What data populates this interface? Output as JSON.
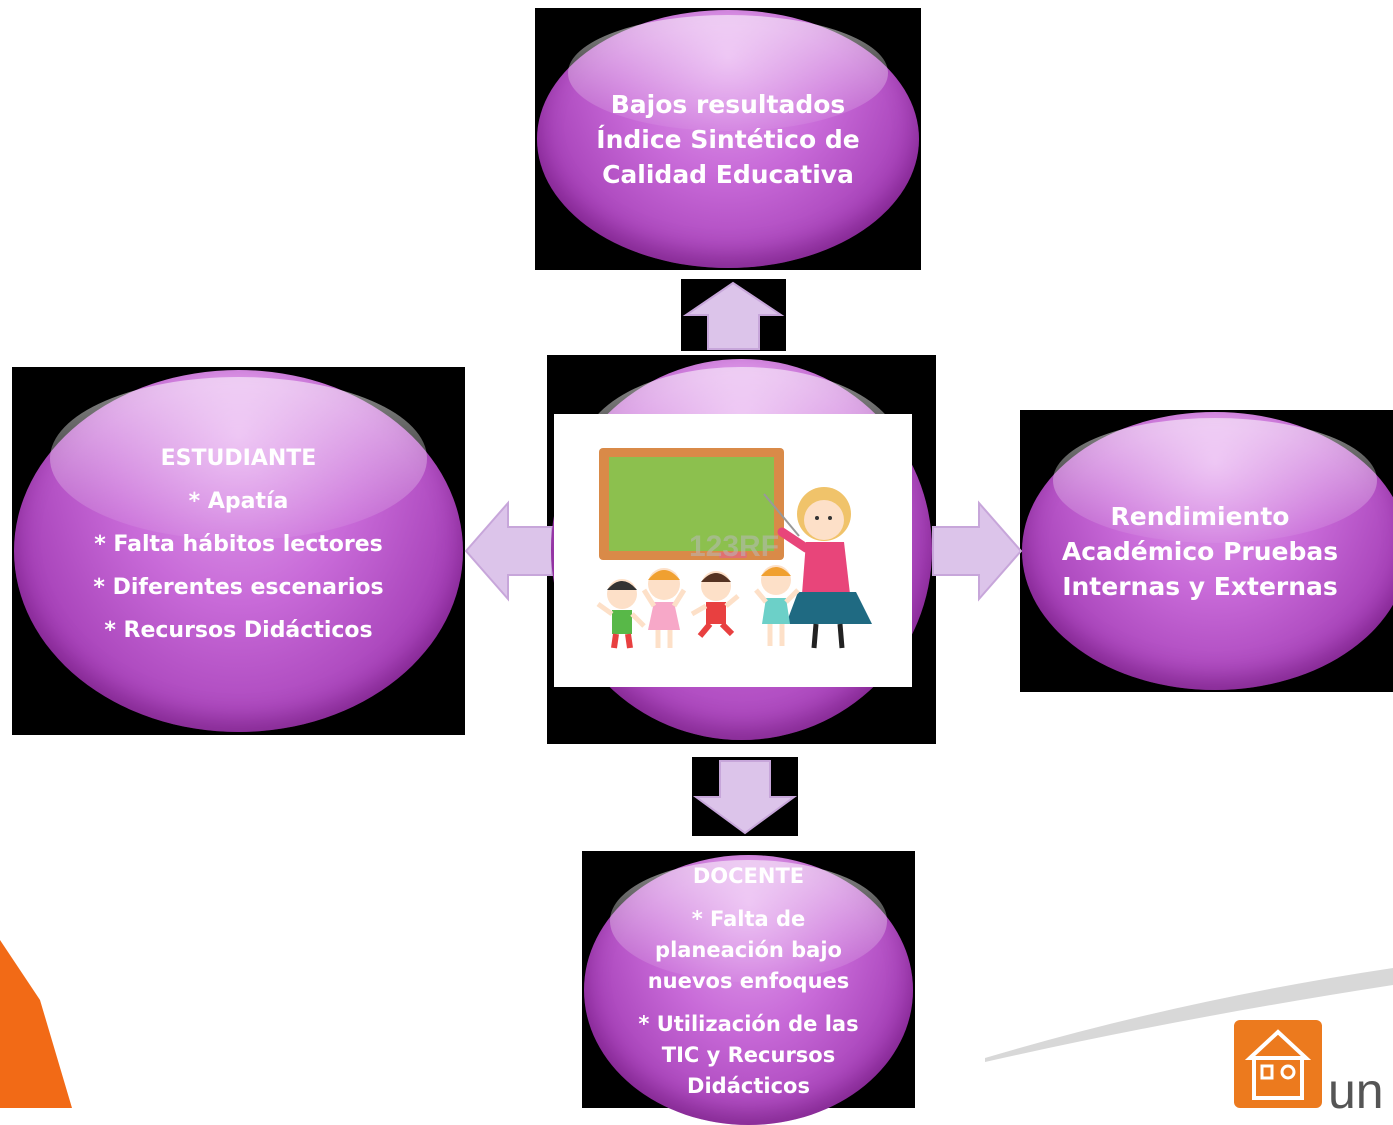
{
  "top_node": {
    "lines": [
      "Bajos resultados",
      "Índice Sintético de",
      "Calidad Educativa"
    ]
  },
  "left_node": {
    "lines": [
      "ESTUDIANTE",
      "* Apatía",
      "* Falta hábitos lectores",
      "* Diferentes escenarios",
      "* Recursos Didácticos"
    ]
  },
  "right_node": {
    "lines": [
      "Rendimiento",
      "Académico Pruebas",
      "Internas y Externas"
    ]
  },
  "bottom_node": {
    "lines": [
      "DOCENTE",
      "* Falta de",
      "planeación bajo",
      "nuevos enfoques",
      "* Utilización de las",
      "TIC y Recursos",
      "Didácticos"
    ]
  },
  "center_image": {
    "watermark": "123RF"
  },
  "logo": {
    "text": "un"
  },
  "colors": {
    "node_purple": "#b04cc4",
    "arrow_lilac": "#dcc4ea",
    "accent_orange": "#f26a16",
    "logo_orange": "#ec7a1e"
  }
}
